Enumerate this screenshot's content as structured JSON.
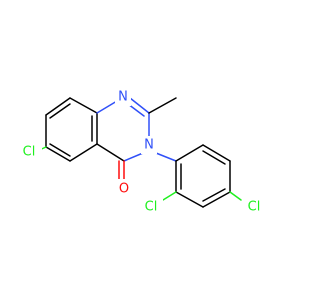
{
  "molecule": {
    "atoms": {
      "n1": {
        "symbol": "N",
        "color": "#3050f8"
      },
      "n3": {
        "symbol": "N",
        "color": "#3050f8"
      },
      "o4": {
        "symbol": "O",
        "color": "#ff0d0d"
      },
      "cl6": {
        "symbol": "Cl",
        "color": "#1ff01f"
      },
      "cl2p": {
        "symbol": "Cl",
        "color": "#1ff01f"
      },
      "cl4p": {
        "symbol": "Cl",
        "color": "#1ff01f"
      }
    },
    "colors": {
      "carbon_bond": "#000000",
      "nitrogen": "#3050f8",
      "oxygen": "#ff0d0d",
      "chlorine": "#1ff01f"
    }
  }
}
